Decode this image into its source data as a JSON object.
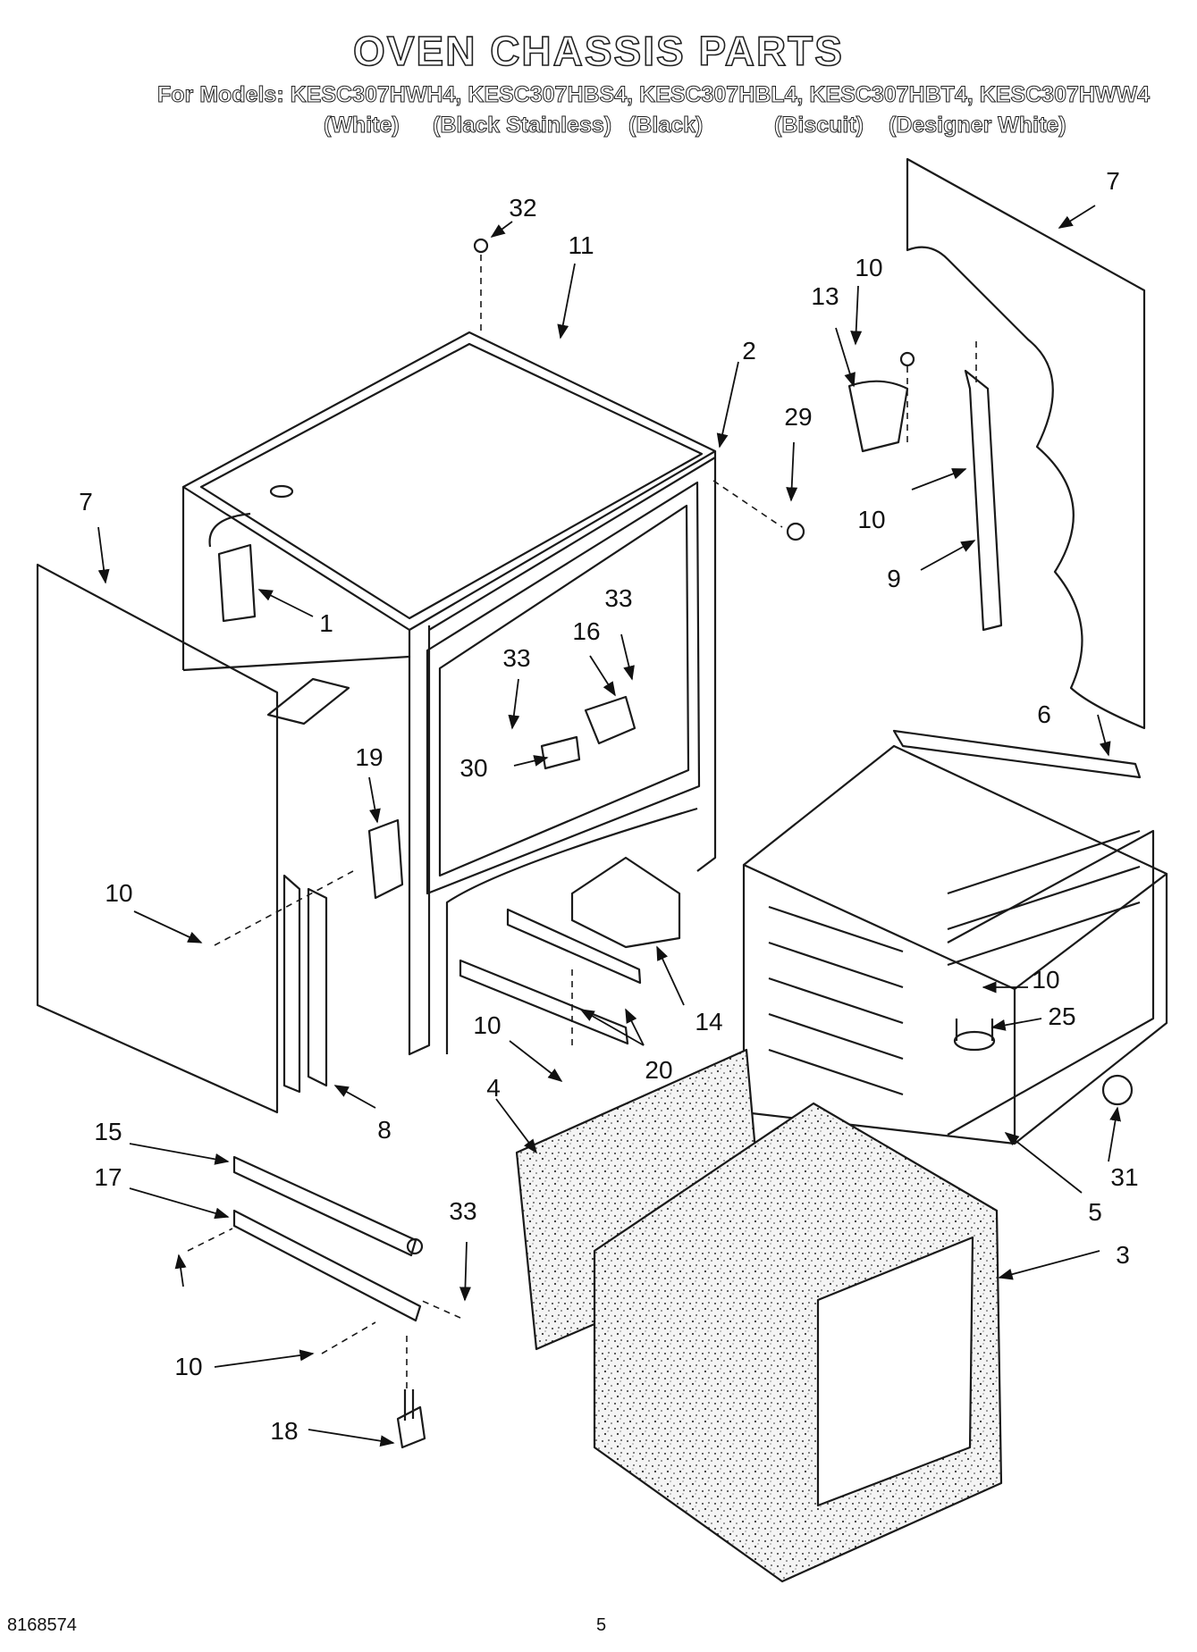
{
  "header": {
    "title": "OVEN CHASSIS PARTS",
    "models_line": "For Models: KESC307HWH4, KESC307HBS4, KESC307HBL4, KESC307HBT4, KESC307HWW4",
    "colors": [
      "(White)",
      "(Black Stainless)",
      "(Black)",
      "(Biscuit)",
      "(Designer White)"
    ]
  },
  "callouts": [
    "32",
    "11",
    "2",
    "7",
    "10",
    "13",
    "29",
    "10",
    "9",
    "7",
    "1",
    "33",
    "16",
    "33",
    "30",
    "19",
    "10",
    "6",
    "10",
    "25",
    "14",
    "20",
    "10",
    "8",
    "4",
    "31",
    "5",
    "15",
    "17",
    "33",
    "3",
    "10",
    "18"
  ],
  "footer": {
    "doc_number": "8168574",
    "page_number": "5"
  },
  "colors": {
    "line": "#1a1a1a",
    "insulation_fill": "#f3f3f3",
    "paper": "#ffffff"
  }
}
